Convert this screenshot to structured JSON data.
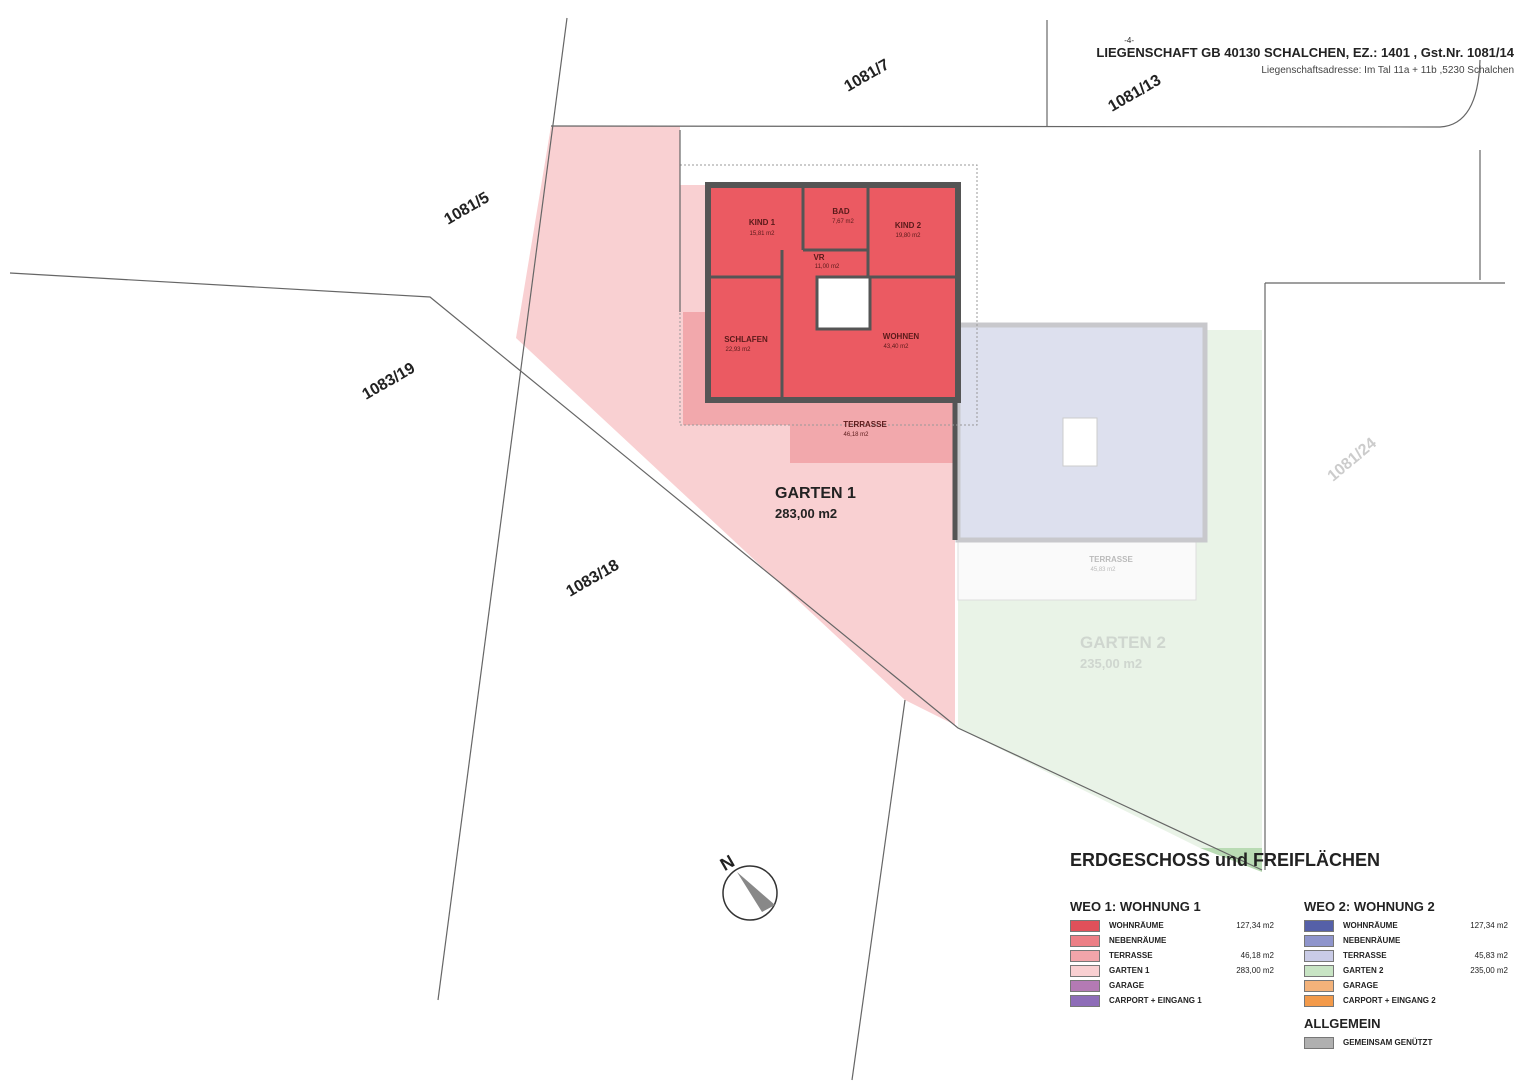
{
  "header": {
    "mark": "-4-",
    "title": "LIEGENSCHAFT GB 40130 SCHALCHEN, EZ.: 1401 , Gst.Nr. 1081/14",
    "address": "Liegenschaftsadresse: Im Tal 11a + 11b ,5230 Schalchen"
  },
  "parcels": [
    "1081/7",
    "1081/13",
    "1081/5",
    "1083/19",
    "1083/18",
    "1081/24"
  ],
  "unit1": {
    "rooms": [
      {
        "name": "KIND 1",
        "area": "15,81 m2"
      },
      {
        "name": "BAD",
        "area": "7,67 m2"
      },
      {
        "name": "KIND 2",
        "area": "19,80 m2"
      },
      {
        "name": "VR",
        "area": "11,00 m2"
      },
      {
        "name": "SCHLAFEN",
        "area": "22,93 m2"
      },
      {
        "name": "WOHNEN",
        "area": "43,40 m2"
      },
      {
        "name": "TERRASSE",
        "area": "46,18 m2"
      }
    ],
    "garden": {
      "name": "GARTEN 1",
      "area": "283,00 m2"
    }
  },
  "unit2": {
    "terrace": {
      "name": "TERRASSE",
      "area": "45,83 m2"
    },
    "garden": {
      "name": "GARTEN 2",
      "area": "235,00 m2"
    }
  },
  "compass": {
    "label": "N"
  },
  "legend": {
    "title": "ERDGESCHOSS und FREIFLÄCHEN",
    "groups": [
      {
        "heading": "WEO 1: WOHNUNG 1",
        "items": [
          {
            "label": "WOHNRÄUME",
            "value": "127,34 m2",
            "color": "#e0505a"
          },
          {
            "label": "NEBENRÄUME",
            "value": "",
            "color": "#ec7f86"
          },
          {
            "label": "TERRASSE",
            "value": "46,18 m2",
            "color": "#f2a5aa"
          },
          {
            "label": "GARTEN 1",
            "value": "283,00 m2",
            "color": "#f9d0d2"
          },
          {
            "label": "GARAGE",
            "value": "",
            "color": "#b47ab4"
          },
          {
            "label": "CARPORT + EINGANG 1",
            "value": "",
            "color": "#8e6db8"
          }
        ]
      },
      {
        "heading": "WEO 2: WOHNUNG 2",
        "items": [
          {
            "label": "WOHNRÄUME",
            "value": "127,34 m2",
            "color": "#5560a8"
          },
          {
            "label": "NEBENRÄUME",
            "value": "",
            "color": "#8f95cc"
          },
          {
            "label": "TERRASSE",
            "value": "45,83 m2",
            "color": "#c9cbe6"
          },
          {
            "label": "GARTEN 2",
            "value": "235,00 m2",
            "color": "#c8e4c4"
          },
          {
            "label": "GARAGE",
            "value": "",
            "color": "#f3b27a"
          },
          {
            "label": "CARPORT + EINGANG 2",
            "value": "",
            "color": "#f39a4a"
          }
        ]
      },
      {
        "heading": "ALLGEMEIN",
        "items": [
          {
            "label": "GEMEINSAM GENÜTZT",
            "value": "",
            "color": "#b0b0b0"
          }
        ]
      }
    ]
  }
}
